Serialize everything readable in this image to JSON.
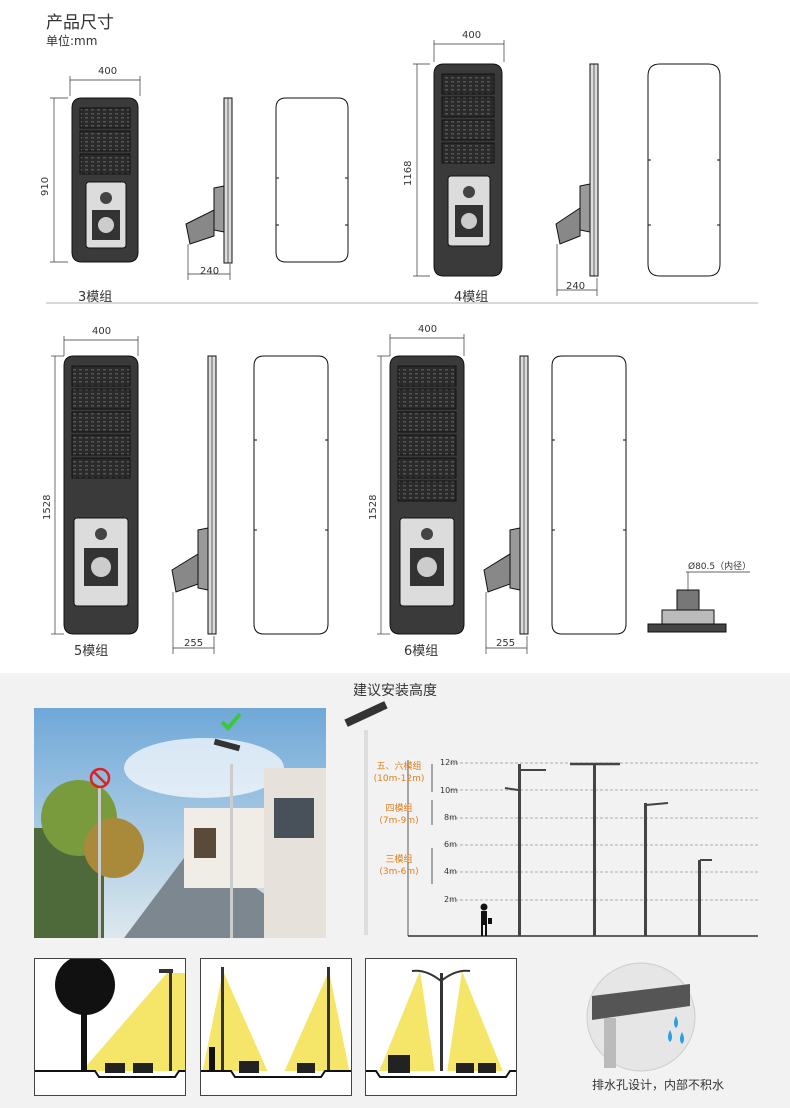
{
  "header": {
    "title": "产品尺寸",
    "unit": "单位:mm"
  },
  "models": [
    {
      "label": "3模组",
      "width": "400",
      "height": "910",
      "depth": "240"
    },
    {
      "label": "4模组",
      "width": "400",
      "height": "1168",
      "depth": "240"
    },
    {
      "label": "5模组",
      "width": "400",
      "height": "1528",
      "depth": "255"
    },
    {
      "label": "6模组",
      "width": "400",
      "height": "1528",
      "depth": "255"
    }
  ],
  "mount": {
    "diameter": "Ø80.5（内径）"
  },
  "install": {
    "title": "建议安装高度",
    "heights": [
      "12m",
      "10m",
      "8m",
      "6m",
      "4m",
      "2m"
    ],
    "groups": [
      {
        "name": "五、六模组",
        "range": "(10m-12m)"
      },
      {
        "name": "四模组",
        "range": "(7m-9m)"
      },
      {
        "name": "三模组",
        "range": "(3m-6m)"
      }
    ]
  },
  "drain": {
    "text": "排水孔设计，内部不积水"
  },
  "colors": {
    "accent": "#e08020",
    "check": "#3cc83c",
    "prohibit": "#e02020",
    "beam": "#f5e66a"
  }
}
